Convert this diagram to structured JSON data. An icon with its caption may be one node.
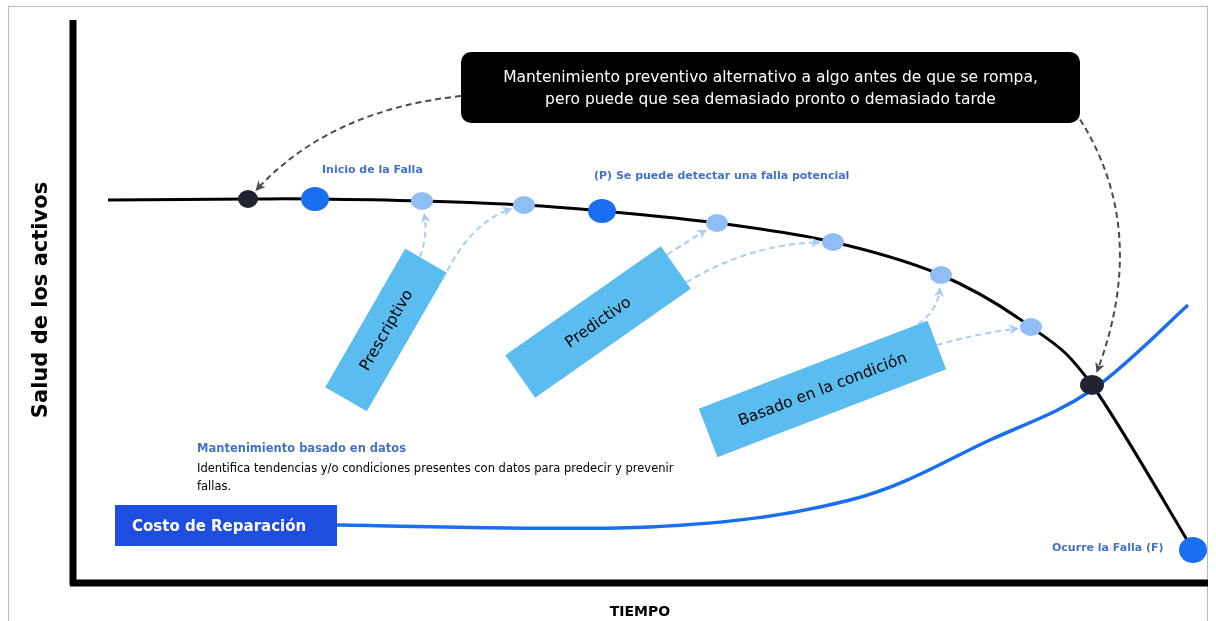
{
  "diagram": {
    "nodes": [
      {
        "text": [
          "Mantenimiento preventivo alternativo a algo antes de que se rompa, pero puede que sea demasiado pronto o demasiado tarde"
        ]
      },
      {
        "text": [],
        "shape": "circle"
      },
      {
        "text": [],
        "shape": "circle",
        "beside": [
          "Inicio de la Falla"
        ]
      },
      {
        "text": [],
        "shape": "circle"
      },
      {
        "text": [],
        "shape": "circle"
      },
      {
        "text": [],
        "shape": "circle",
        "beside": [
          "(P) Se puede detectar una falla potencial"
        ]
      },
      {
        "text": [],
        "shape": "circle"
      },
      {
        "text": [],
        "shape": "circle"
      },
      {
        "text": [],
        "shape": "circle"
      },
      {
        "text": [],
        "shape": "circle"
      },
      {
        "text": [],
        "shape": "circle"
      },
      {
        "text": [],
        "shape": "circle",
        "beside": [
          "Ocurre la Falla (F)"
        ]
      },
      {
        "text": [
          "Prescriptivo"
        ]
      },
      {
        "text": [
          "Predictivo"
        ]
      },
      {
        "text": [
          "Basado en la condición"
        ]
      },
      {
        "text": [
          "Costo de Reparación"
        ]
      }
    ],
    "edges": [
      {
        "from": 0,
        "to": 1,
        "arrow": "to",
        "style": "dashed",
        "color": "#4a4a55"
      },
      {
        "from": 0,
        "to": 10,
        "arrow": "to",
        "style": "dashed",
        "color": "#4a4a55"
      },
      {
        "from": 12,
        "to": 3,
        "arrow": "to",
        "style": "dashed"
      },
      {
        "from": 12,
        "to": 4,
        "arrow": "to",
        "style": "dashed"
      },
      {
        "from": 13,
        "to": 6,
        "arrow": "to",
        "style": "dashed"
      },
      {
        "from": 13,
        "to": 7,
        "arrow": "to",
        "style": "dashed"
      },
      {
        "from": 14,
        "to": 8,
        "arrow": "to",
        "style": "dashed"
      },
      {
        "from": 14,
        "to": 9,
        "arrow": "to",
        "style": "dashed"
      }
    ],
    "labels": [
      "Salud de los activos",
      "Mantenimiento basado en datos",
      "Identifica tendencias y/o condiciones presentes con datos para predecir y prevenir fallas.",
      "TIEMPO"
    ]
  }
}
